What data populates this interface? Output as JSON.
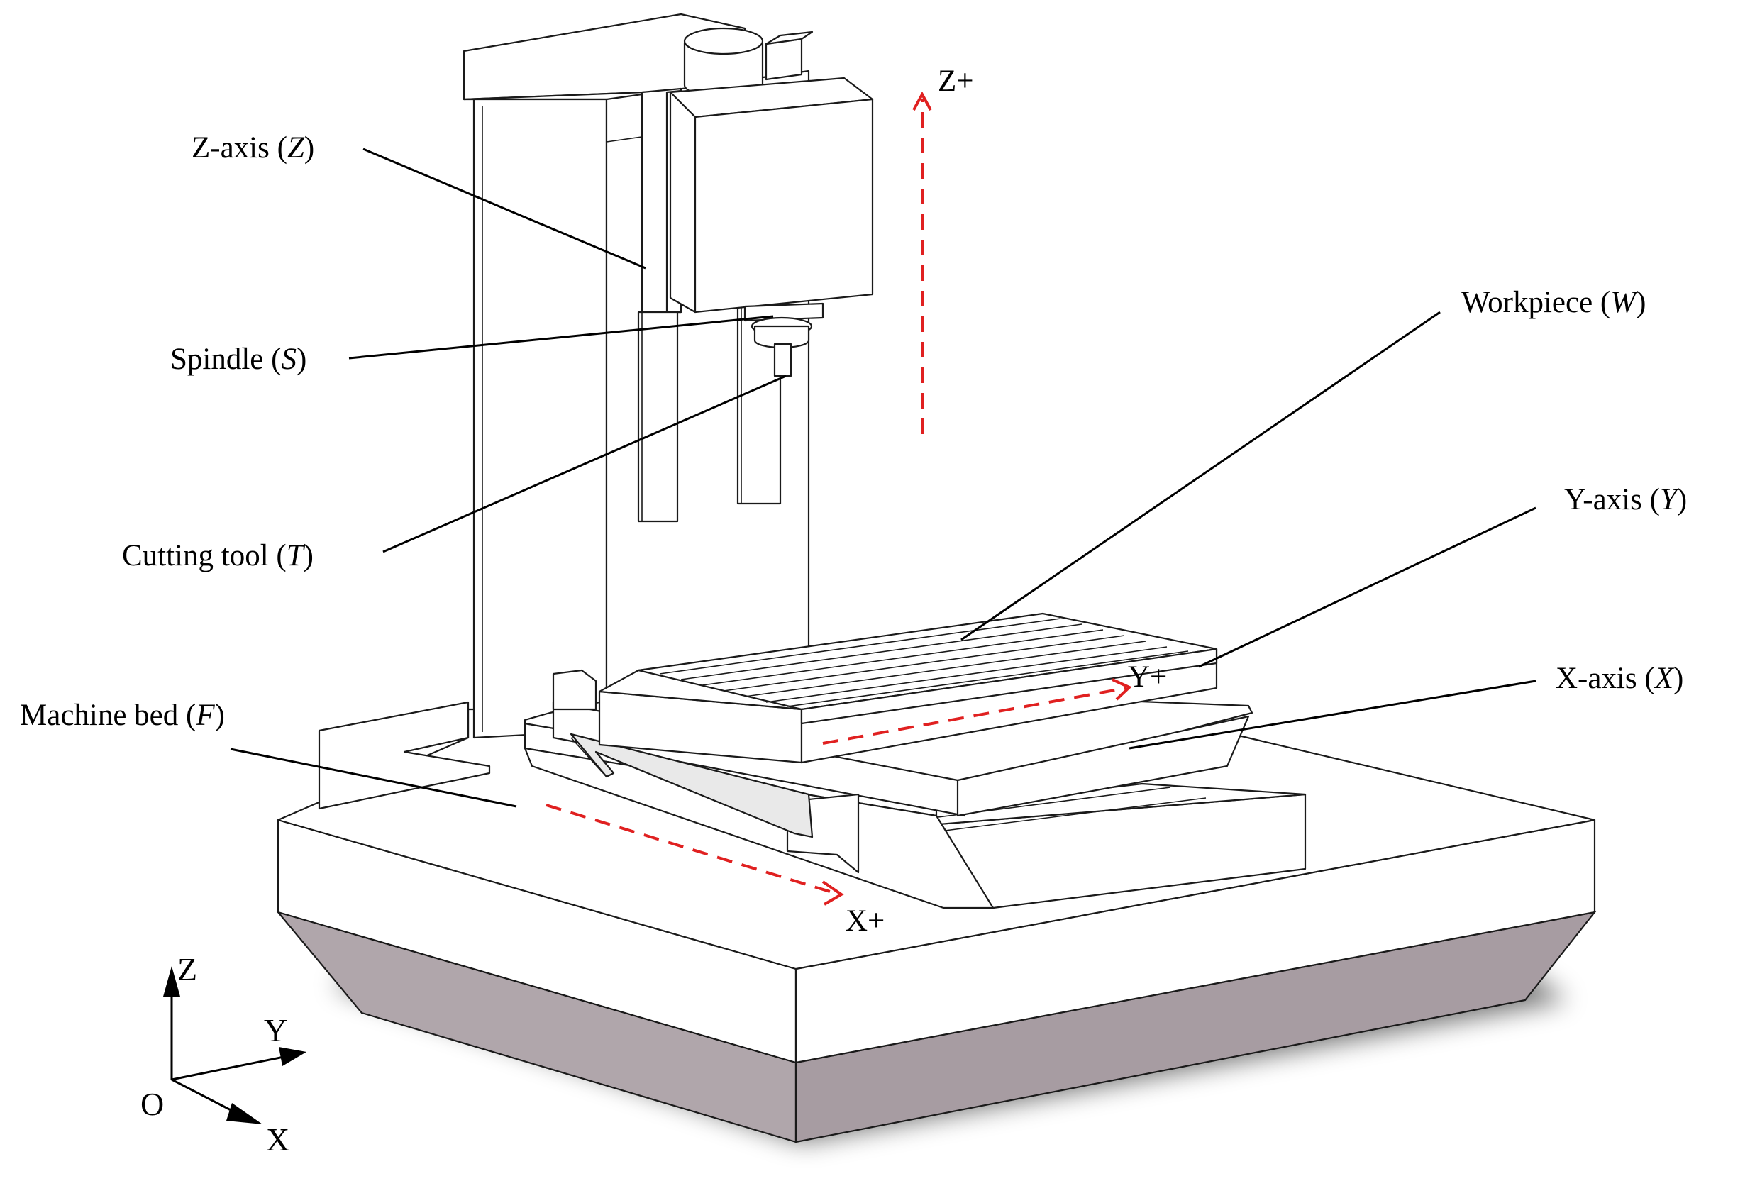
{
  "labels": {
    "z_axis": {
      "name": "Z-axis",
      "symbol": "Z"
    },
    "spindle": {
      "name": "Spindle",
      "symbol": "S"
    },
    "cutting_tool": {
      "name": "Cutting tool",
      "symbol": "T"
    },
    "workpiece": {
      "name": "Workpiece",
      "symbol": "W"
    },
    "y_axis": {
      "name": "Y-axis",
      "symbol": "Y"
    },
    "x_axis": {
      "name": "X-axis",
      "symbol": "X"
    },
    "machine_bed": {
      "name": "Machine bed",
      "symbol": "F"
    }
  },
  "directions": {
    "z_plus": "Z+",
    "y_plus": "Y+",
    "x_plus": "X+"
  },
  "coordinate_triad": {
    "origin": "O",
    "x": "X",
    "y": "Y",
    "z": "Z"
  },
  "colors": {
    "direction_arrows": "#e02020",
    "base_underside": "#b0a6ab",
    "leader_lines": "#000000"
  }
}
